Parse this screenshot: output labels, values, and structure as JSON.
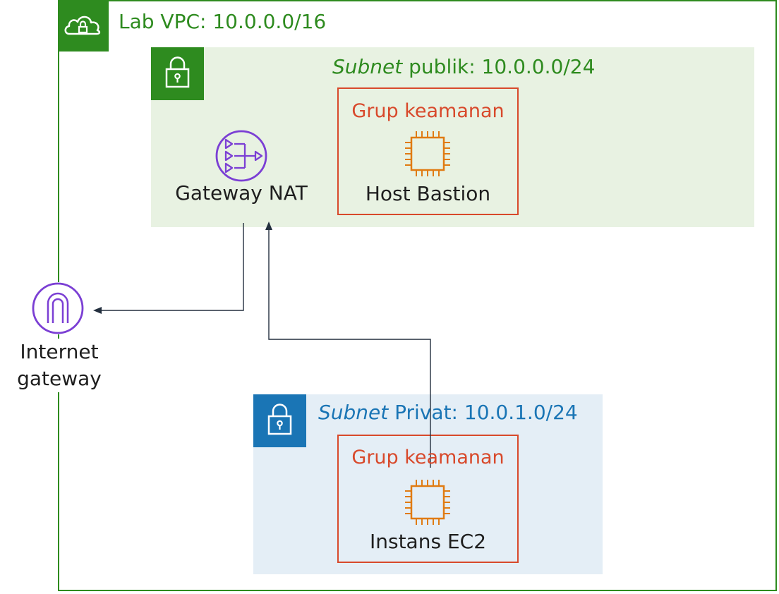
{
  "vpc": {
    "label": "Lab VPC: 10.0.0.0/16",
    "icon": "cloud-lock-icon",
    "color": "#2e8b1f"
  },
  "public_subnet": {
    "label_italic": "Subnet",
    "label_rest": " publik: 10.0.0.0/24",
    "icon": "lock-icon",
    "color": "#2e8b1f",
    "background": "#e8f2e2"
  },
  "private_subnet": {
    "label_italic": "Subnet",
    "label_rest": " Privat: 10.0.1.0/24",
    "icon": "lock-icon",
    "color": "#1a75b5",
    "background": "#e4eef6"
  },
  "nat_gateway": {
    "label": "Gateway NAT",
    "icon": "nat-gateway-icon",
    "color": "#7b3fd4"
  },
  "bastion": {
    "group_label": "Grup keamanan",
    "label": "Host Bastion",
    "icon": "ec2-chip-icon",
    "color": "#e07b12"
  },
  "ec2": {
    "group_label": "Grup keamanan",
    "label": "Instans EC2",
    "icon": "ec2-chip-icon",
    "color": "#e07b12"
  },
  "internet_gateway": {
    "label_line1": "Internet",
    "label_line2": "gateway",
    "icon": "internet-gateway-icon",
    "color": "#7b3fd4"
  },
  "security_group_color": "#d8492b",
  "connection_color": "#232f3e"
}
